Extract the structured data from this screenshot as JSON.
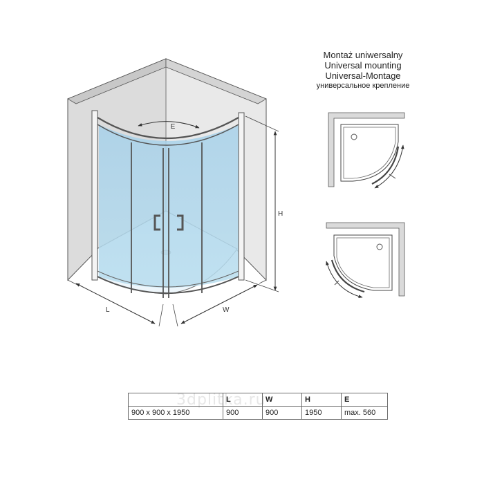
{
  "mounting": {
    "lines": [
      "Montaż uniwersalny",
      "Universal mounting",
      "Universal-Montage",
      "универсальное крепление"
    ]
  },
  "dimensions": {
    "E": "E",
    "H": "H",
    "L": "L",
    "W": "W"
  },
  "spec_table": {
    "headers": [
      "",
      "L",
      "W",
      "H",
      "E"
    ],
    "rows": [
      [
        "900 x 900 x 1950",
        "900",
        "900",
        "1950",
        "max. 560"
      ]
    ]
  },
  "watermark": "3dplitka.ru",
  "colors": {
    "glass": "#a9d2ea",
    "wall": "#dedede",
    "frame": "#555555",
    "line": "#333333"
  }
}
